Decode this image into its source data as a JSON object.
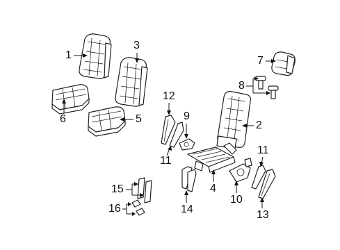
{
  "diagram": {
    "callouts": [
      {
        "id": "c1",
        "text": "1"
      },
      {
        "id": "c2",
        "text": "2"
      },
      {
        "id": "c3",
        "text": "3"
      },
      {
        "id": "c4",
        "text": "4"
      },
      {
        "id": "c5",
        "text": "5"
      },
      {
        "id": "c6",
        "text": "6"
      },
      {
        "id": "c7",
        "text": "7"
      },
      {
        "id": "c8",
        "text": "8"
      },
      {
        "id": "c9",
        "text": "9"
      },
      {
        "id": "c10",
        "text": "10"
      },
      {
        "id": "c11a",
        "text": "11"
      },
      {
        "id": "c11b",
        "text": "11"
      },
      {
        "id": "c12",
        "text": "12"
      },
      {
        "id": "c13",
        "text": "13"
      },
      {
        "id": "c14",
        "text": "14"
      },
      {
        "id": "c15",
        "text": "15"
      },
      {
        "id": "c16",
        "text": "16"
      }
    ]
  }
}
